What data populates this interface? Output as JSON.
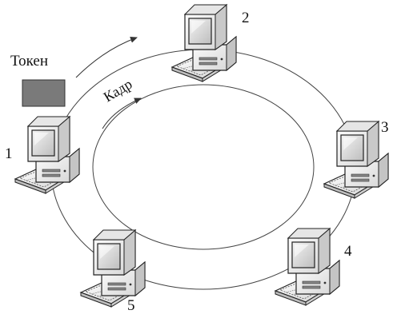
{
  "labels": {
    "token": "Токен",
    "frame": "Кадр"
  },
  "nodes": [
    {
      "id": "1",
      "label": "1"
    },
    {
      "id": "2",
      "label": "2"
    },
    {
      "id": "3",
      "label": "3"
    },
    {
      "id": "4",
      "label": "4"
    },
    {
      "id": "5",
      "label": "5"
    }
  ],
  "colors": {
    "ring": "#444444",
    "token_fill": "#7a7a7a",
    "computer_body": "#eeeeee",
    "screen": "#d9d9d9",
    "outline": "#222222"
  }
}
